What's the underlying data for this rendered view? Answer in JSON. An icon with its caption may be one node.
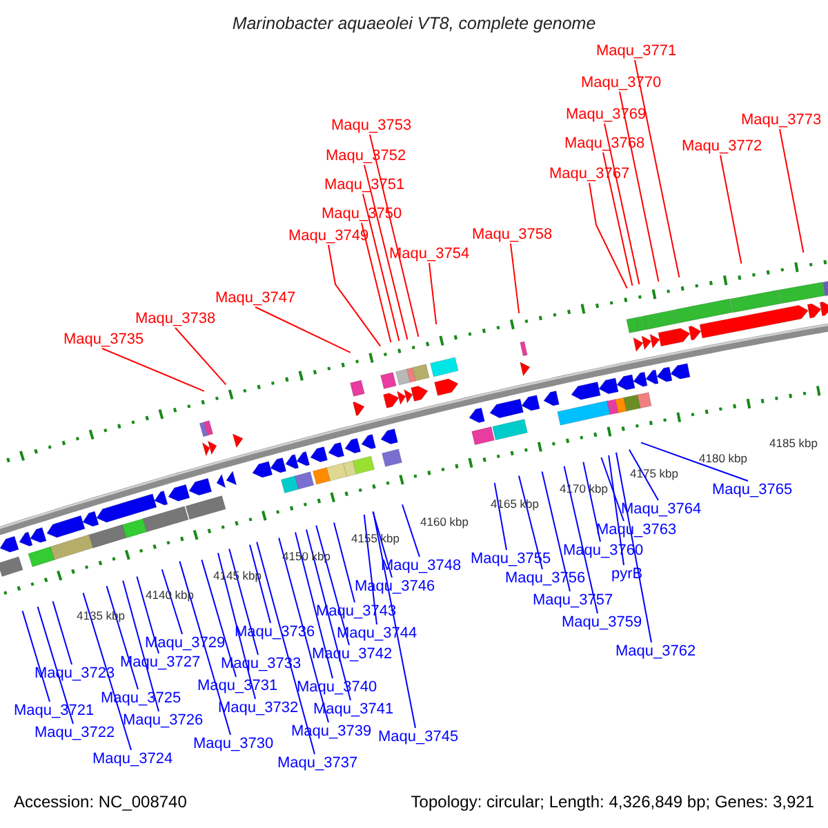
{
  "diagram": {
    "title": "Marinobacter aquaeolei VT8, complete genome",
    "nodes": [
      {
        "text": [
          "Maqu_3771"
        ]
      },
      {
        "text": [
          "Maqu_3770"
        ]
      },
      {
        "text": [
          "Maqu_3769"
        ]
      },
      {
        "text": [
          "Maqu_3768"
        ]
      },
      {
        "text": [
          "Maqu_3767"
        ]
      },
      {
        "text": [
          "Maqu_3772"
        ]
      },
      {
        "text": [
          "Maqu_3773"
        ]
      },
      {
        "text": [
          "Maqu_3753"
        ]
      },
      {
        "text": [
          "Maqu_3752"
        ]
      },
      {
        "text": [
          "Maqu_3751"
        ]
      },
      {
        "text": [
          "Maqu_3750"
        ]
      },
      {
        "text": [
          "Maqu_3749"
        ]
      },
      {
        "text": [
          "Maqu_3754"
        ]
      },
      {
        "text": [
          "Maqu_3758"
        ]
      },
      {
        "text": [
          "Maqu_3747"
        ]
      },
      {
        "text": [
          "Maqu_3738"
        ]
      },
      {
        "text": [
          "Maqu_3735"
        ]
      },
      {
        "text": [
          "Maqu_3748"
        ]
      },
      {
        "text": [
          "Maqu_3746"
        ]
      },
      {
        "text": [
          "Maqu_3743"
        ]
      },
      {
        "text": [
          "Maqu_3744"
        ]
      },
      {
        "text": [
          "Maqu_3742"
        ]
      },
      {
        "text": [
          "Maqu_3736"
        ]
      },
      {
        "text": [
          "Maqu_3740"
        ]
      },
      {
        "text": [
          "Maqu_3741"
        ]
      },
      {
        "text": [
          "Maqu_3739"
        ]
      },
      {
        "text": [
          "Maqu_3745"
        ]
      },
      {
        "text": [
          "Maqu_3737"
        ]
      },
      {
        "text": [
          "Maqu_3729"
        ]
      },
      {
        "text": [
          "Maqu_3727"
        ]
      },
      {
        "text": [
          "Maqu_3723"
        ]
      },
      {
        "text": [
          "Maqu_3731"
        ]
      },
      {
        "text": [
          "Maqu_3733"
        ]
      },
      {
        "text": [
          "Maqu_3725"
        ]
      },
      {
        "text": [
          "Maqu_3732"
        ]
      },
      {
        "text": [
          "Maqu_3726"
        ]
      },
      {
        "text": [
          "Maqu_3721"
        ]
      },
      {
        "text": [
          "Maqu_3722"
        ]
      },
      {
        "text": [
          "Maqu_3730"
        ]
      },
      {
        "text": [
          "Maqu_3724"
        ]
      },
      {
        "text": [
          "Maqu_3765"
        ]
      },
      {
        "text": [
          "Maqu_3764"
        ]
      },
      {
        "text": [
          "Maqu_3763"
        ]
      },
      {
        "text": [
          "Maqu_3760"
        ]
      },
      {
        "text": [
          "Maqu_3755"
        ]
      },
      {
        "text": [
          "pyrB"
        ]
      },
      {
        "text": [
          "Maqu_3756"
        ]
      },
      {
        "text": [
          "Maqu_3757"
        ]
      },
      {
        "text": [
          "Maqu_3759"
        ]
      },
      {
        "text": [
          "Maqu_3762"
        ]
      }
    ],
    "edges": [
      {
        "from": 0,
        "to": null,
        "arrow": "none",
        "color": "#ff0000"
      },
      {
        "from": 1,
        "to": null,
        "arrow": "none",
        "color": "#ff0000"
      },
      {
        "from": 2,
        "to": null,
        "arrow": "none",
        "color": "#ff0000"
      },
      {
        "from": 3,
        "to": null,
        "arrow": "none",
        "color": "#ff0000"
      },
      {
        "from": 4,
        "to": null,
        "arrow": "none",
        "color": "#ff0000"
      },
      {
        "from": 5,
        "to": null,
        "arrow": "none",
        "color": "#ff0000"
      },
      {
        "from": 6,
        "to": null,
        "arrow": "none",
        "color": "#ff0000"
      },
      {
        "from": 7,
        "to": null,
        "arrow": "none",
        "color": "#ff0000"
      },
      {
        "from": 8,
        "to": null,
        "arrow": "none",
        "color": "#ff0000"
      },
      {
        "from": 9,
        "to": null,
        "arrow": "none",
        "color": "#ff0000"
      },
      {
        "from": 10,
        "to": null,
        "arrow": "none",
        "color": "#ff0000"
      },
      {
        "from": 11,
        "to": null,
        "arrow": "none",
        "color": "#ff0000"
      },
      {
        "from": 12,
        "to": null,
        "arrow": "none",
        "color": "#ff0000"
      },
      {
        "from": 13,
        "to": null,
        "arrow": "none",
        "color": "#ff0000"
      },
      {
        "from": 14,
        "to": null,
        "arrow": "none",
        "color": "#ff0000"
      },
      {
        "from": 15,
        "to": null,
        "arrow": "none",
        "color": "#ff0000"
      },
      {
        "from": 16,
        "to": null,
        "arrow": "none",
        "color": "#ff0000"
      },
      {
        "from": 17,
        "to": null,
        "arrow": "none"
      },
      {
        "from": 18,
        "to": null,
        "arrow": "none"
      },
      {
        "from": 19,
        "to": null,
        "arrow": "none"
      },
      {
        "from": 20,
        "to": null,
        "arrow": "none"
      },
      {
        "from": 21,
        "to": null,
        "arrow": "none"
      },
      {
        "from": 22,
        "to": null,
        "arrow": "none"
      },
      {
        "from": 23,
        "to": null,
        "arrow": "none"
      },
      {
        "from": 24,
        "to": null,
        "arrow": "none"
      },
      {
        "from": 25,
        "to": null,
        "arrow": "none"
      },
      {
        "from": 26,
        "to": null,
        "arrow": "none"
      },
      {
        "from": 27,
        "to": null,
        "arrow": "none"
      },
      {
        "from": 28,
        "to": null,
        "arrow": "none"
      },
      {
        "from": 29,
        "to": null,
        "arrow": "none"
      },
      {
        "from": 30,
        "to": null,
        "arrow": "none"
      },
      {
        "from": 31,
        "to": null,
        "arrow": "none"
      },
      {
        "from": 32,
        "to": null,
        "arrow": "none"
      },
      {
        "from": 33,
        "to": null,
        "arrow": "none"
      },
      {
        "from": 34,
        "to": null,
        "arrow": "none"
      },
      {
        "from": 35,
        "to": null,
        "arrow": "none"
      },
      {
        "from": 36,
        "to": null,
        "arrow": "none"
      },
      {
        "from": 37,
        "to": null,
        "arrow": "none"
      },
      {
        "from": 38,
        "to": null,
        "arrow": "none"
      },
      {
        "from": 39,
        "to": null,
        "arrow": "none"
      },
      {
        "from": 40,
        "to": null,
        "arrow": "none"
      },
      {
        "from": 41,
        "to": null,
        "arrow": "none"
      },
      {
        "from": 42,
        "to": null,
        "arrow": "none"
      },
      {
        "from": 43,
        "to": null,
        "arrow": "none"
      },
      {
        "from": 44,
        "to": null,
        "arrow": "none"
      },
      {
        "from": 45,
        "to": null,
        "arrow": "none"
      },
      {
        "from": 46,
        "to": null,
        "arrow": "none"
      },
      {
        "from": 47,
        "to": null,
        "arrow": "none"
      },
      {
        "from": 48,
        "to": null,
        "arrow": "none"
      },
      {
        "from": 49,
        "to": null,
        "arrow": "none"
      }
    ],
    "labels": [
      "4135 kbp",
      "4140 kbp",
      "4145 kbp",
      "4150 kbp",
      "4155 kbp",
      "4160 kbp",
      "4165 kbp",
      "4170 kbp",
      "4175 kbp",
      "4180 kbp",
      "4185 kbp",
      "Accession: NC_008740",
      "Topology: circular; Length: 4,326,849 bp; Genes: 3,921"
    ]
  }
}
